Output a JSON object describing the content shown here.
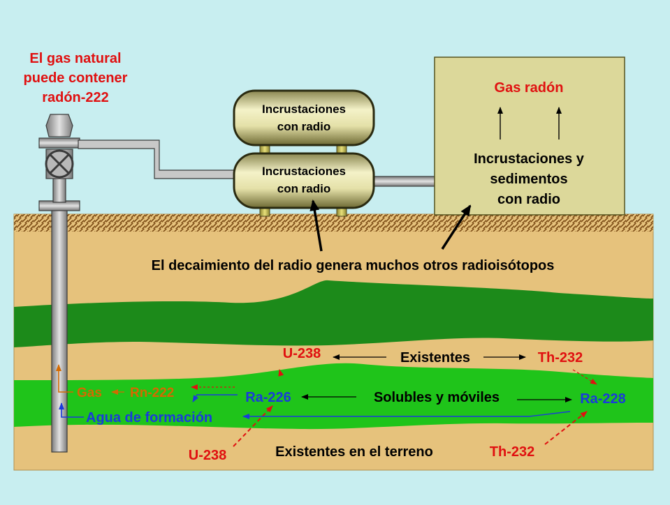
{
  "title_note": {
    "line1": "El gas natural",
    "line2": "puede contener",
    "line3": "radón-222"
  },
  "tank_top": {
    "line1": "Incrustaciones",
    "line2": "con radio"
  },
  "tank_bottom": {
    "line1": "Incrustaciones",
    "line2": "con radio"
  },
  "storage_tank": {
    "gas_label": "Gas radón",
    "line1": "Incrustaciones y",
    "line2": "sedimentos",
    "line3": "con radio"
  },
  "decay_caption": "El decaimiento del radio genera muchos otros radioisótopos",
  "rows": {
    "u238_upper": "U-238",
    "existentes": "Existentes",
    "th232_upper": "Th-232",
    "gas": "Gas",
    "rn222": "Rn-222",
    "ra226": "Ra-226",
    "solubles": "Solubles y móviles",
    "ra228": "Ra-228",
    "agua": "Agua de formación",
    "u238_lower": "U-238",
    "existentes_terreno": "Existentes en el terreno",
    "th232_lower": "Th-232"
  },
  "colors": {
    "background": "#c8eef0",
    "soil": "#e6c27c",
    "dark_green": "#1c8a1a",
    "light_green": "#1fc41a",
    "red": "#e01010",
    "blue": "#1a3adc",
    "orange": "#d46a00",
    "tank_fill": "#dcd89a"
  }
}
